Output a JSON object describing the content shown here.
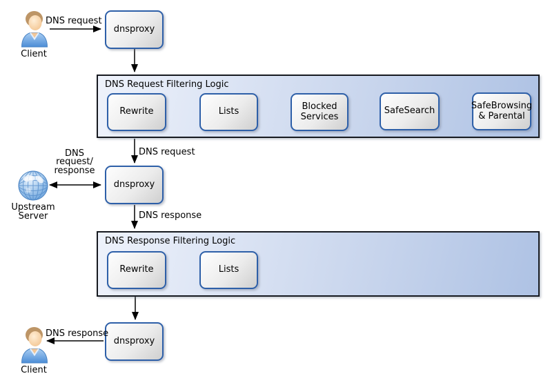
{
  "nodes": {
    "dnsproxy": "dnsproxy",
    "client_top": "Client",
    "client_bottom": "Client",
    "upstream_server": "Upstream Server"
  },
  "containers": {
    "request": {
      "title": "DNS Request Filtering Logic",
      "steps": [
        "Rewrite",
        "Lists",
        "Blocked Services",
        "SafeSearch",
        "SafeBrowsing & Parental"
      ]
    },
    "response": {
      "title": "DNS Response Filtering Logic",
      "steps": [
        "Rewrite",
        "Lists"
      ]
    }
  },
  "edge_labels": {
    "request_top": "DNS request",
    "request_mid": "DNS request",
    "response_mid": "DNS response",
    "request_response": "DNS request/ response",
    "response_bottom": "DNS response"
  },
  "icons": {
    "client_top": "person-icon",
    "client_bottom": "person-icon",
    "upstream": "globe-icon"
  },
  "colors": {
    "background": "#ffffff",
    "container_border": "#16191f",
    "container_fill_left": "#eef2fb",
    "container_fill_right": "#aec2e4",
    "node_border": "#2d5fa8",
    "node_fill_light": "#fefefe",
    "node_fill_dark": "#cfcfcf",
    "arrow": "#000000",
    "globe_blue": "#5e9ad8",
    "shirt_blue": "#5090d8",
    "hair_tan": "#bd9566",
    "skin": "#f6d2a4"
  }
}
